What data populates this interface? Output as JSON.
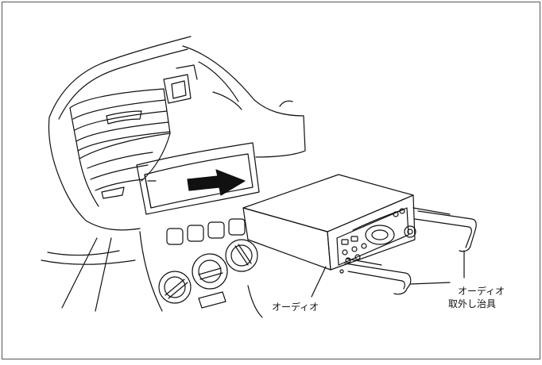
{
  "labels": {
    "audio_unit": "オーディオ",
    "removal_tool_line1": "オーディオ",
    "removal_tool_line2": "取外し治具"
  },
  "colors": {
    "line": "#111111",
    "background": "#ffffff",
    "frame": "#555555"
  },
  "icons": {
    "direction_arrow": "arrow-right-icon"
  }
}
